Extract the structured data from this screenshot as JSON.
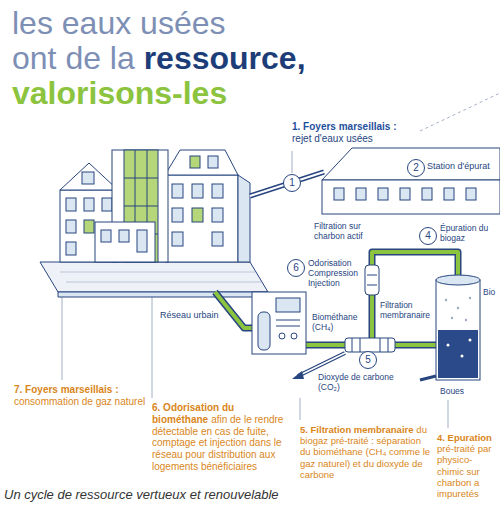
{
  "diagram": {
    "title": "les eaux usées ont de la ressource, valorisons-les",
    "caption": "Un cycle de ressource vertueux et renouvelable",
    "nodes": [
      {
        "text": [
          "1"
        ]
      },
      {
        "text": [
          "2"
        ]
      },
      {
        "text": [
          "4"
        ]
      },
      {
        "text": [
          "5"
        ]
      },
      {
        "text": [
          "6"
        ]
      }
    ],
    "labels": [
      "1. Foyers marseillais :",
      "rejet d'eaux usées",
      "Station d'épurat",
      "Odorisation Compression Injection",
      "Filtration sur charbon actif",
      "Épuration du biogaz",
      "Bio",
      "Réseau urbain",
      "Biométhane (CH₄)",
      "Filtration membranaire",
      "Dioxyde de carbone (CO₂)",
      "Boues",
      "7. Foyers marseillais :",
      "consommation de gaz naturel",
      "6. Odorisation du biométhane",
      "afin de le rendre détectable en cas de fuite, comptage et injection dans le réseau pour distribution aux logements bénéficiaires",
      "5. Filtration membranaire",
      "du biogaz pré-traité : séparation du biométhane (CH₄ comme le gaz naturel) et du dioxyde de carbone",
      "4. Epuration",
      "pré-traité par physico-chimic sur charbon a impuretés"
    ]
  }
}
